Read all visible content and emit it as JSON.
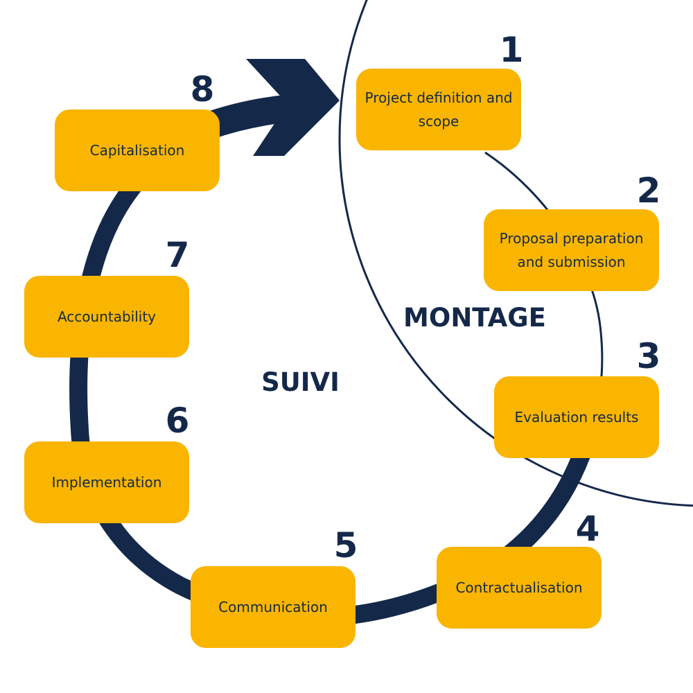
{
  "colors": {
    "navy": "#14284a",
    "box_fill": "#f9b500",
    "text_dark": "#14284a",
    "background": "#ffffff"
  },
  "phases": {
    "montage": "MONTAGE",
    "suivi": "SUIVI"
  },
  "steps": [
    {
      "number": "1",
      "label": "Project definition and scope"
    },
    {
      "number": "2",
      "label": "Proposal preparation and submission"
    },
    {
      "number": "3",
      "label": "Evaluation results"
    },
    {
      "number": "4",
      "label": "Contractualisation"
    },
    {
      "number": "5",
      "label": "Communication"
    },
    {
      "number": "6",
      "label": "Implementation"
    },
    {
      "number": "7",
      "label": "Accountability"
    },
    {
      "number": "8",
      "label": "Capitalisation"
    }
  ],
  "icons": {
    "cycle_arrow": "arrow-head-icon"
  }
}
